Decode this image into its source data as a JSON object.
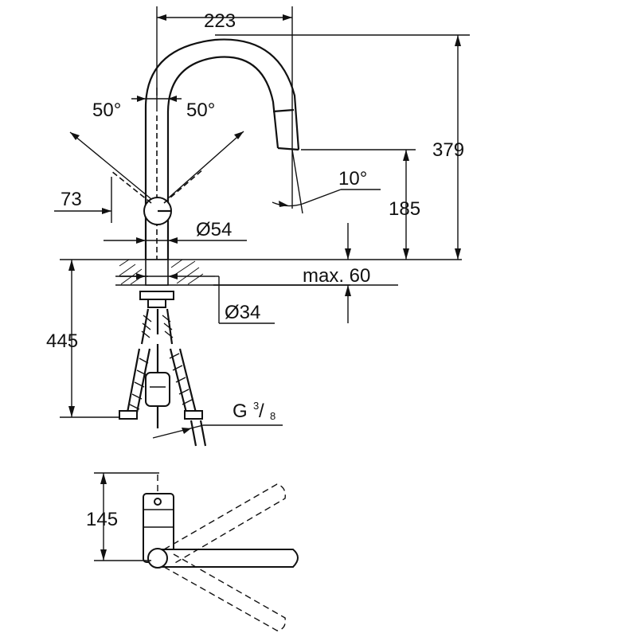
{
  "dimensions": {
    "spout_reach": "223",
    "total_height": "379",
    "spout_height": "185",
    "swivel_left": "50°",
    "swivel_right": "50°",
    "lever_offset": "73",
    "body_diameter": "Ø54",
    "hole_diameter": "Ø34",
    "max_counter_thickness": "max. 60",
    "hose_length": "445",
    "spout_angle": "10°",
    "connection_letter": "G",
    "connection_numerator": "3",
    "connection_denominator": "8",
    "plan_depth": "145"
  }
}
